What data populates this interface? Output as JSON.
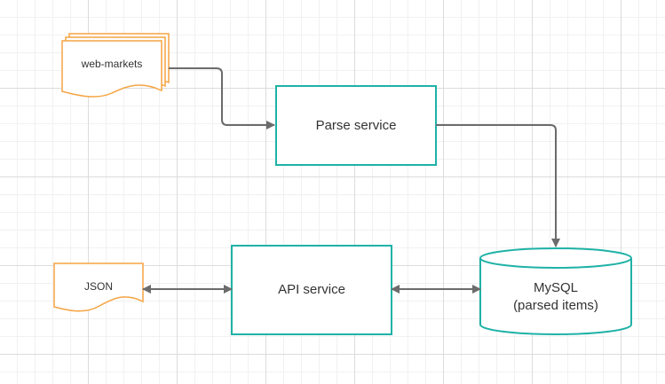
{
  "diagram": {
    "nodes": {
      "web_markets": {
        "label": "web-markets"
      },
      "parse_service": {
        "label": "Parse service"
      },
      "json_doc": {
        "label": "JSON"
      },
      "api_service": {
        "label": "API service"
      },
      "mysql": {
        "title": "MySQL",
        "subtitle": "(parsed items)"
      }
    },
    "colors": {
      "document_stroke": "#f5a442",
      "process_stroke": "#1fb2a6",
      "edge": "#6b6b6b",
      "text": "#333333"
    }
  }
}
